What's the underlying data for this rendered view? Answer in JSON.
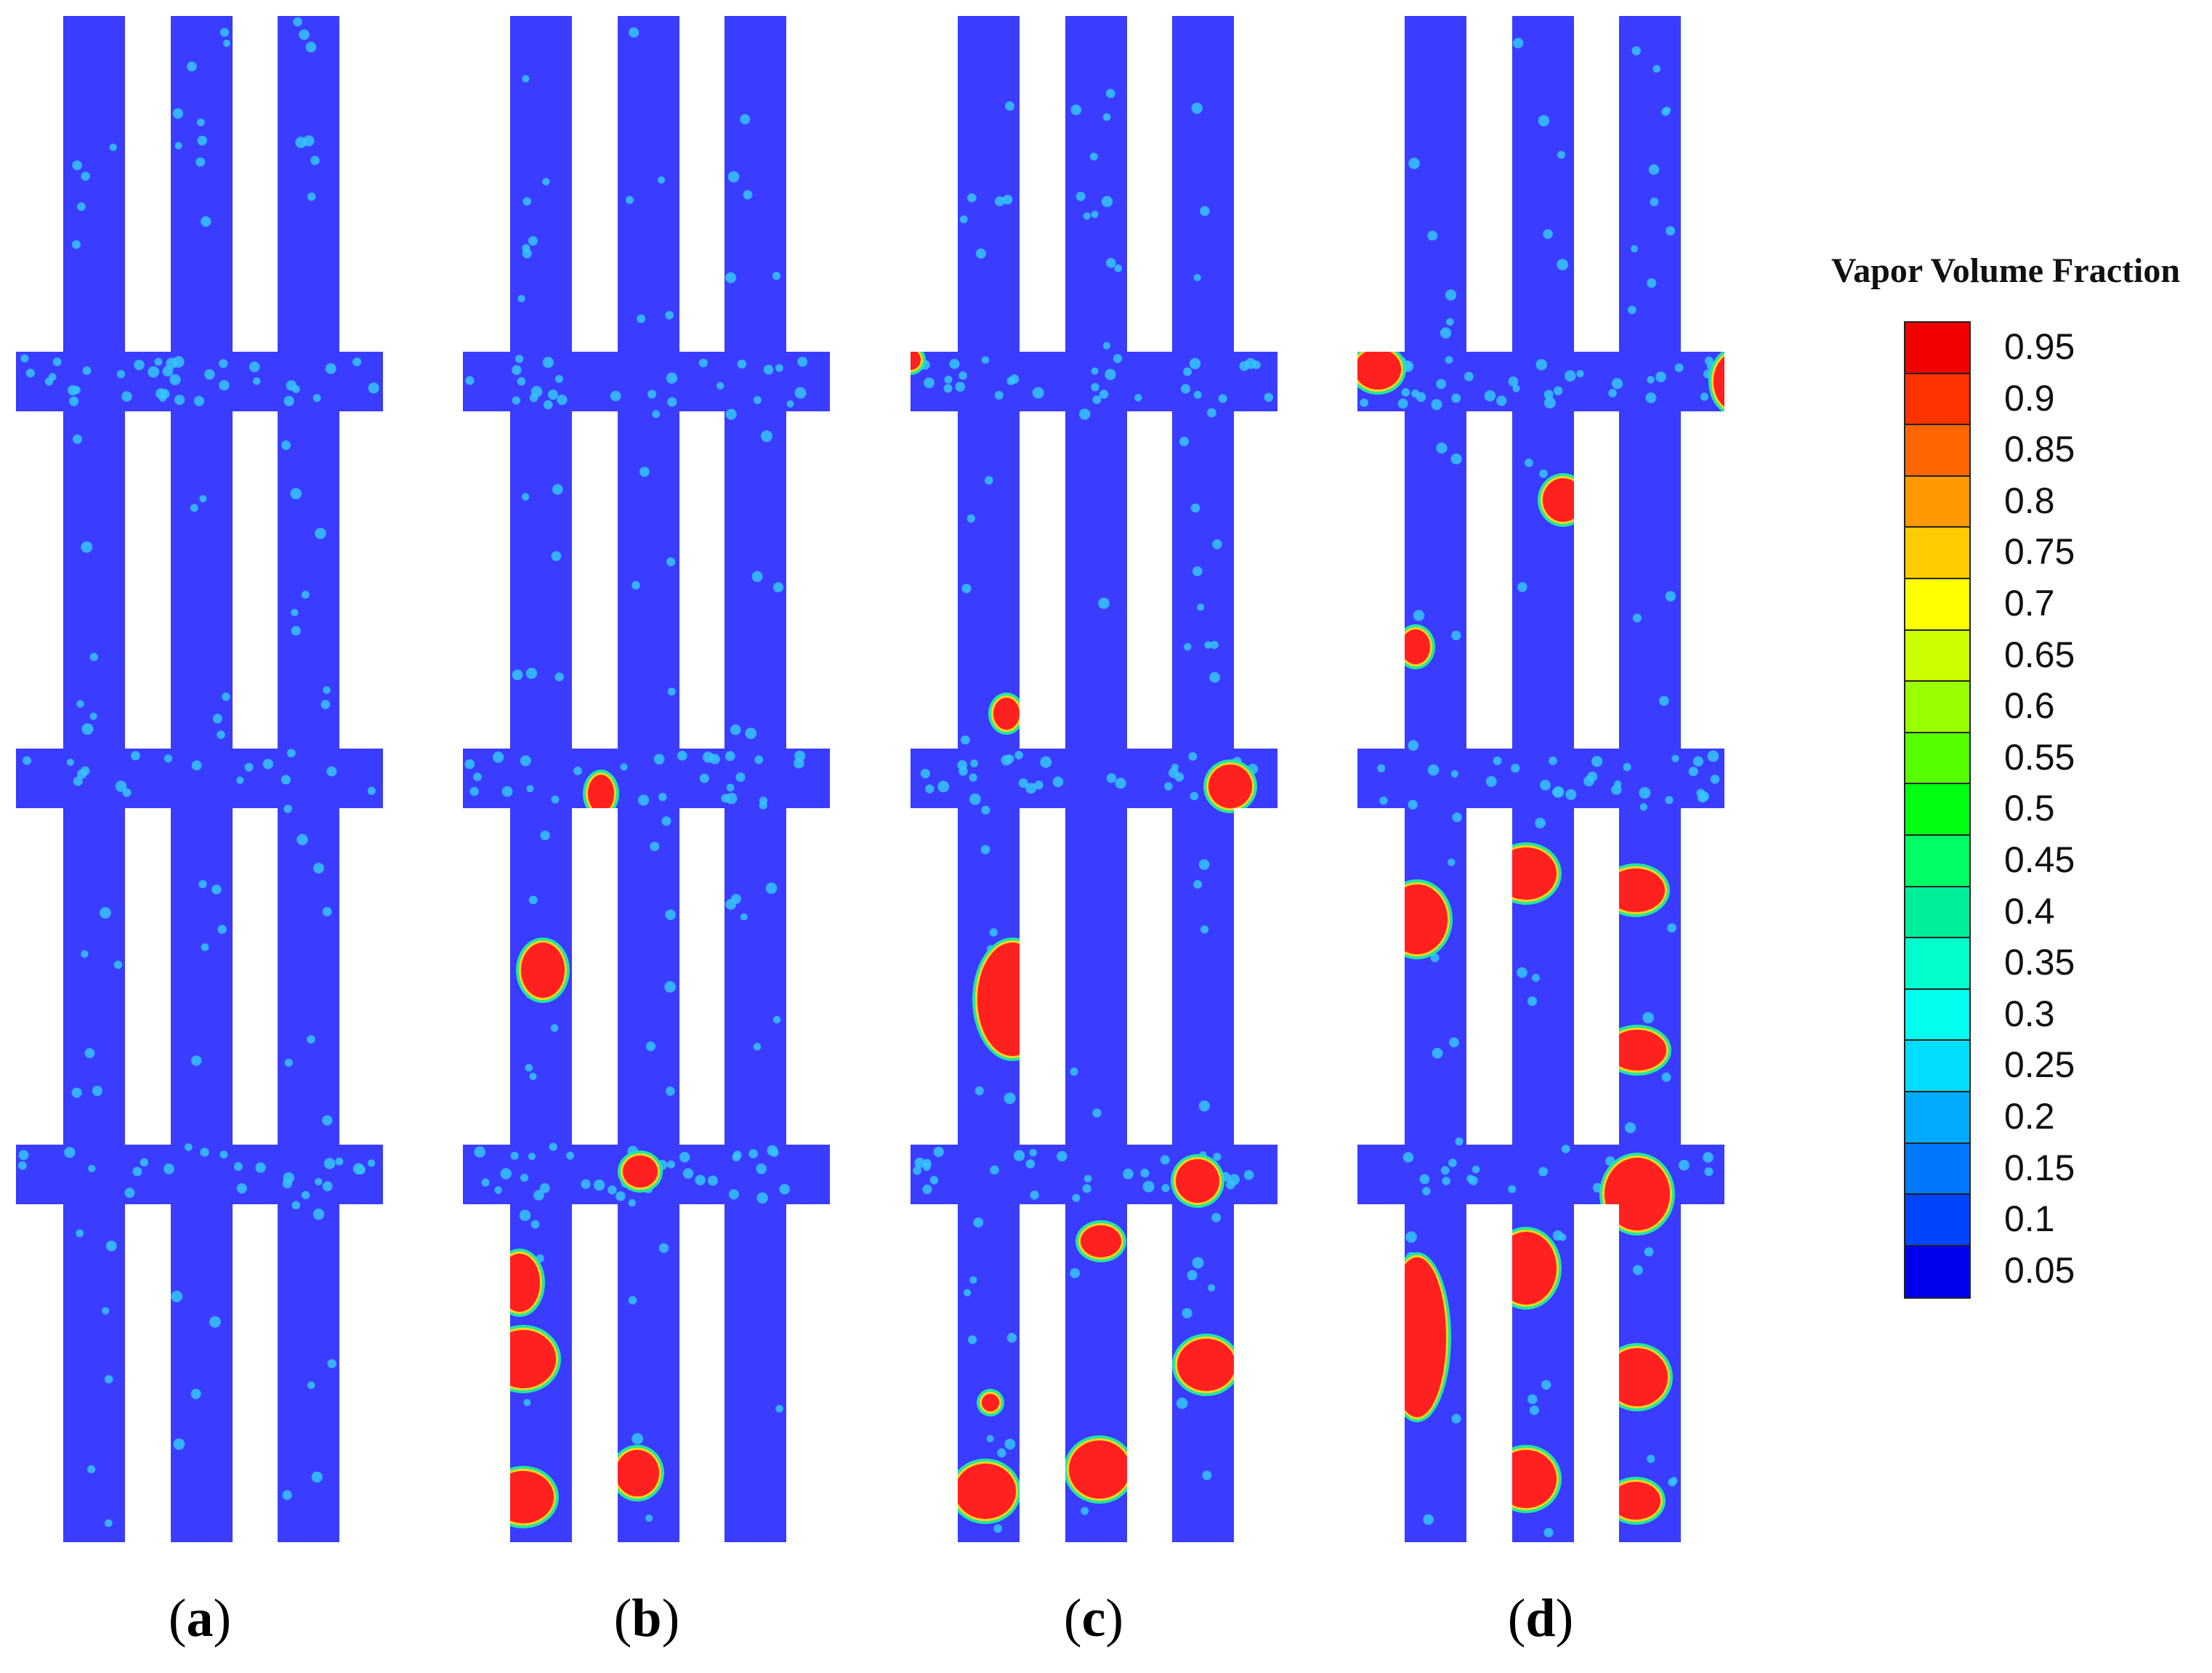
{
  "panels": [
    {
      "label": "a",
      "vapor_regions": []
    },
    {
      "label": "b",
      "vapor_regions": [
        "small",
        "small",
        "medium",
        "medium",
        "large",
        "large"
      ]
    },
    {
      "label": "c",
      "vapor_regions": [
        "small",
        "small",
        "medium",
        "large",
        "large",
        "large"
      ]
    },
    {
      "label": "d",
      "vapor_regions": [
        "medium",
        "medium",
        "large",
        "large",
        "large",
        "very-large"
      ]
    }
  ],
  "colorbar": {
    "title": "Vapor Volume Fraction",
    "ticks": [
      "0.95",
      "0.9",
      "0.85",
      "0.8",
      "0.75",
      "0.7",
      "0.65",
      "0.6",
      "0.55",
      "0.5",
      "0.45",
      "0.4",
      "0.35",
      "0.3",
      "0.25",
      "0.2",
      "0.15",
      "0.1",
      "0.05"
    ],
    "colors": [
      "#f20000",
      "#ff3300",
      "#ff6600",
      "#ff9900",
      "#ffcc00",
      "#ffff00",
      "#ccff00",
      "#99ff00",
      "#55ff00",
      "#00ff11",
      "#00ff66",
      "#00ee99",
      "#00ffcc",
      "#00ffee",
      "#00ddff",
      "#00aaff",
      "#0077ff",
      "#0044ff",
      "#0000ee"
    ]
  },
  "colors": {
    "liquid": "#3a3cff",
    "vapor": "#ff2020",
    "nuclei": "#35c6ff"
  }
}
